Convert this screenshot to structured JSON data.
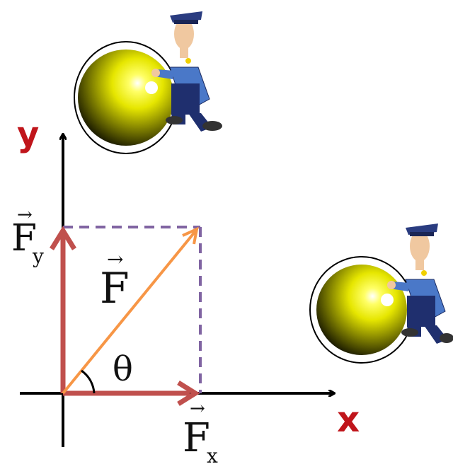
{
  "axes": {
    "x_label": "x",
    "y_label": "y"
  },
  "vectors": {
    "resultant": {
      "symbol": "F",
      "arrow": "→"
    },
    "x_component": {
      "symbol": "F",
      "subscript": "x",
      "arrow": "→"
    },
    "y_component": {
      "symbol": "F",
      "subscript": "y",
      "arrow": "→"
    }
  },
  "angle_label": "θ",
  "colors": {
    "axis": "#000000",
    "axis_label": "#c0151b",
    "component": "#c0504d",
    "resultant": "#f79646",
    "projection": "#8064a2"
  },
  "illustrations": [
    "policeman-pushing-ball-icon",
    "policeman-pushing-ball-icon"
  ]
}
